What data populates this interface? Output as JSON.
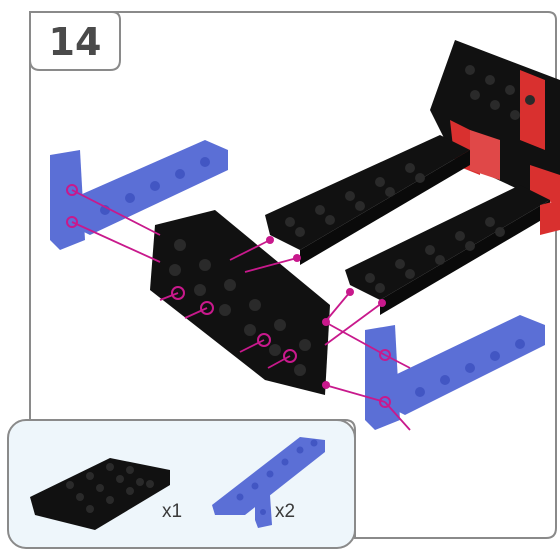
{
  "step": {
    "number": "14"
  },
  "parts_panel": {
    "items": [
      {
        "part": "black-plate",
        "count": "x1"
      },
      {
        "part": "blue-l-beam",
        "count": "x2"
      }
    ]
  },
  "colors": {
    "frame": "#8a8a8a",
    "panel_bg": "#eef6fb",
    "black_part": "#111111",
    "blue_part": "#5b6fd6",
    "red_part": "#d9302f",
    "connector_line": "#c8198c"
  }
}
